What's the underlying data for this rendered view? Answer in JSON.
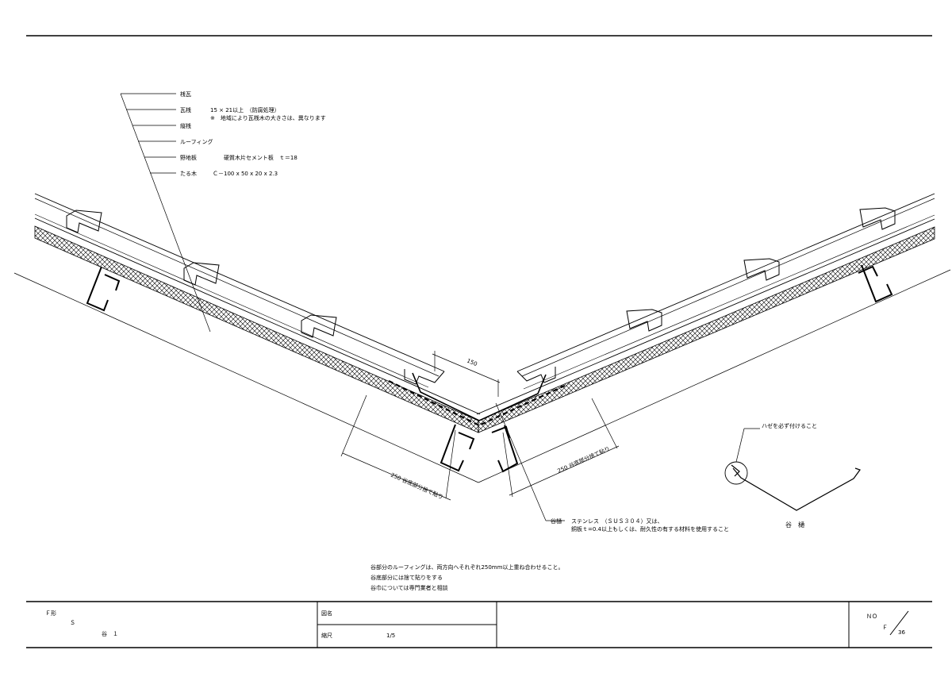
{
  "layers": [
    {
      "name": "桟瓦",
      "spec": "",
      "note": ""
    },
    {
      "name": "瓦桟",
      "spec": "15 × 21以上　（防腐処理）",
      "note": "※　地域により瓦桟木の大きさは、異なります"
    },
    {
      "name": "縦桟",
      "spec": "",
      "note": ""
    },
    {
      "name": "ルーフィング",
      "spec": "",
      "note": ""
    },
    {
      "name": "野地板",
      "spec": "硬質木片セメント板　ｔ＝18",
      "note": ""
    },
    {
      "name": "たる木",
      "spec": "Ｃ－100 x 50 x 20 x 2.3",
      "note": ""
    }
  ],
  "dimensions": {
    "center": "150",
    "left_overlap": "250  谷底部分捨て貼り",
    "right_overlap": "250  谷底部分捨て貼り"
  },
  "valley_note": {
    "label": "谷樋",
    "line1": "ステンレス　（ＳＵＳ３０４）又は、",
    "line2": "銅板ｔ=0.4以上もしくは、耐久性の有する材料を使用すること"
  },
  "gutter_detail": {
    "note": "ハゼを必ず付けること",
    "label": "谷　樋"
  },
  "general_notes": [
    "谷部分のルーフィングは、両方向へそれぞれ250mm以上重ね合わせること。",
    "谷底部分には捨て貼りをする",
    "谷巾については専門業者と相談"
  ],
  "title_block": {
    "type_label": "Ｆ形",
    "s_label": "Ｓ",
    "part_label": "谷　１",
    "drawing_name_label": "図名",
    "scale_label": "縮尺",
    "scale_value": "1/5",
    "no_label": "ＮＯ",
    "sheet_prefix": "Ｆ",
    "sheet_number": "36"
  }
}
